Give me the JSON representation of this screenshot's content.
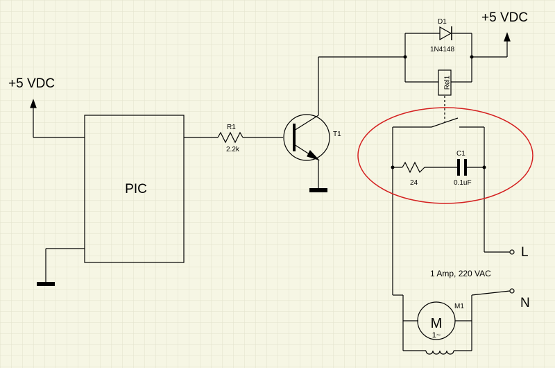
{
  "labels": {
    "vcc_left": "+5 VDC",
    "vcc_right": "+5 VDC",
    "pic": "PIC",
    "r1_name": "R1",
    "r1_value": "2.2k",
    "t1_name": "T1",
    "d1_name": "D1",
    "d1_value": "1N4148",
    "relay_name": "Rel1",
    "snubber_r_value": "24",
    "c1_name": "C1",
    "c1_value": "0.1uF",
    "load_rating": "1 Amp, 220 VAC",
    "line_L": "L",
    "line_N": "N",
    "m1_name": "M1",
    "motor_symbol": "M",
    "motor_phase": "1~"
  },
  "colors": {
    "background": "#f6f6e4",
    "grid": "#e2e2cc",
    "wire": "#000000",
    "highlight": "#d42020"
  }
}
